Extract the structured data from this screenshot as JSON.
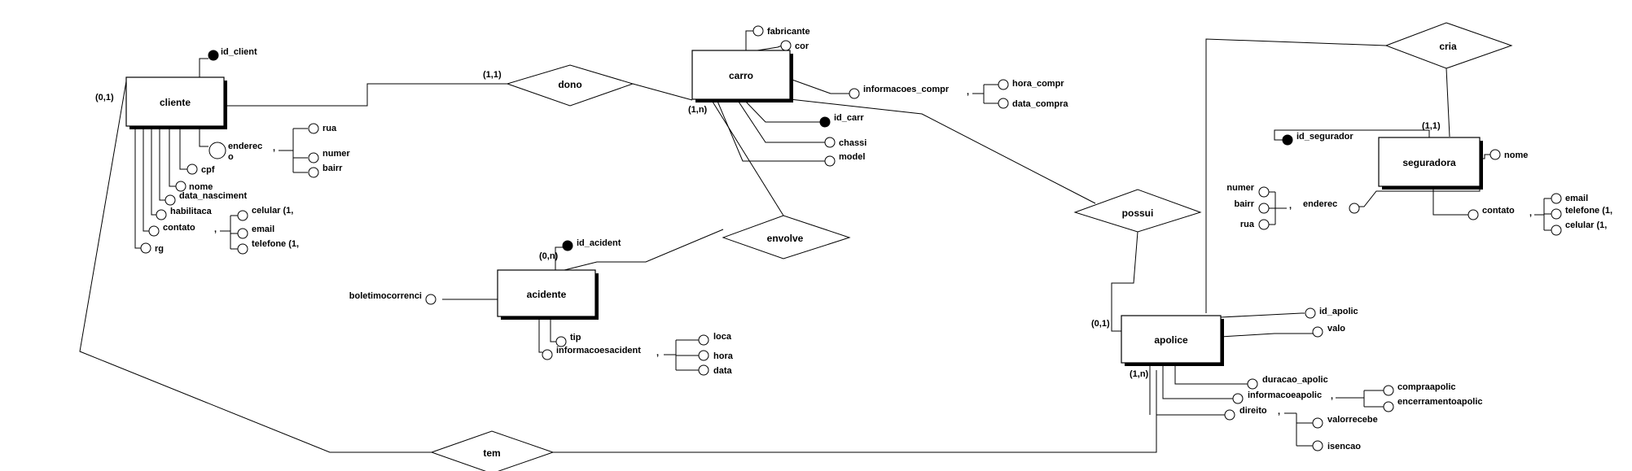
{
  "entities": {
    "cliente": "cliente",
    "carro": "carro",
    "acidente": "acidente",
    "seguradora": "seguradora",
    "apolice": "apolice"
  },
  "relationships": {
    "dono": "dono",
    "envolve": "envolve",
    "possui": "possui",
    "cria": "cria",
    "tem": "tem"
  },
  "cardinalities": {
    "cliente_left": "(0,1)",
    "dono_right": "(1,1)",
    "carro_left": "(1,n)",
    "acidente": "(0,n)",
    "seguradora": "(1,1)",
    "apolice_top": "(0,1)",
    "apolice_bottom": "(1,n)"
  },
  "attributes": {
    "cliente": {
      "id": "id_client",
      "endereco": "enderec",
      "endereco_2": "o",
      "rua": "rua",
      "numero": "numer",
      "bairro": "bairr",
      "cpf": "cpf",
      "nome": "nome",
      "data_nascimento": "data_nasciment",
      "habilitacao": "habilitaca",
      "contato": "contato",
      "celular": "celular (1,",
      "email": "email",
      "telefone": "telefone (1,",
      "rg": "rg"
    },
    "carro": {
      "fabricante": "fabricante",
      "cor": "cor",
      "informacoes_compra": "informacoes_compr",
      "hora_compra": "hora_compr",
      "data_compra": "data_compra",
      "id": "id_carr",
      "chassi": "chassi",
      "modelo": "model"
    },
    "acidente": {
      "id": "id_acident",
      "boletim": "boletimocorrenci",
      "tipo": "tip",
      "informacoes": "informacoesacident",
      "local": "loca",
      "hora": "hora",
      "data": "data"
    },
    "seguradora": {
      "id": "id_segurador",
      "nome": "nome",
      "endereco": "enderec",
      "numero": "numer",
      "bairro": "bairr",
      "rua": "rua",
      "contato": "contato",
      "email": "email",
      "telefone": "telefone (1,",
      "celular": "celular (1,"
    },
    "apolice": {
      "id": "id_apolic",
      "valor": "valo",
      "duracao": "duracao_apolic",
      "informacoes": "informacoeapolic",
      "compra": "compraapolic",
      "encerramento": "encerramentoapolic",
      "direito": "direito",
      "valor_recebe": "valorrecebe",
      "isencao": "isencao"
    }
  },
  "separators": {
    "comma": ","
  }
}
